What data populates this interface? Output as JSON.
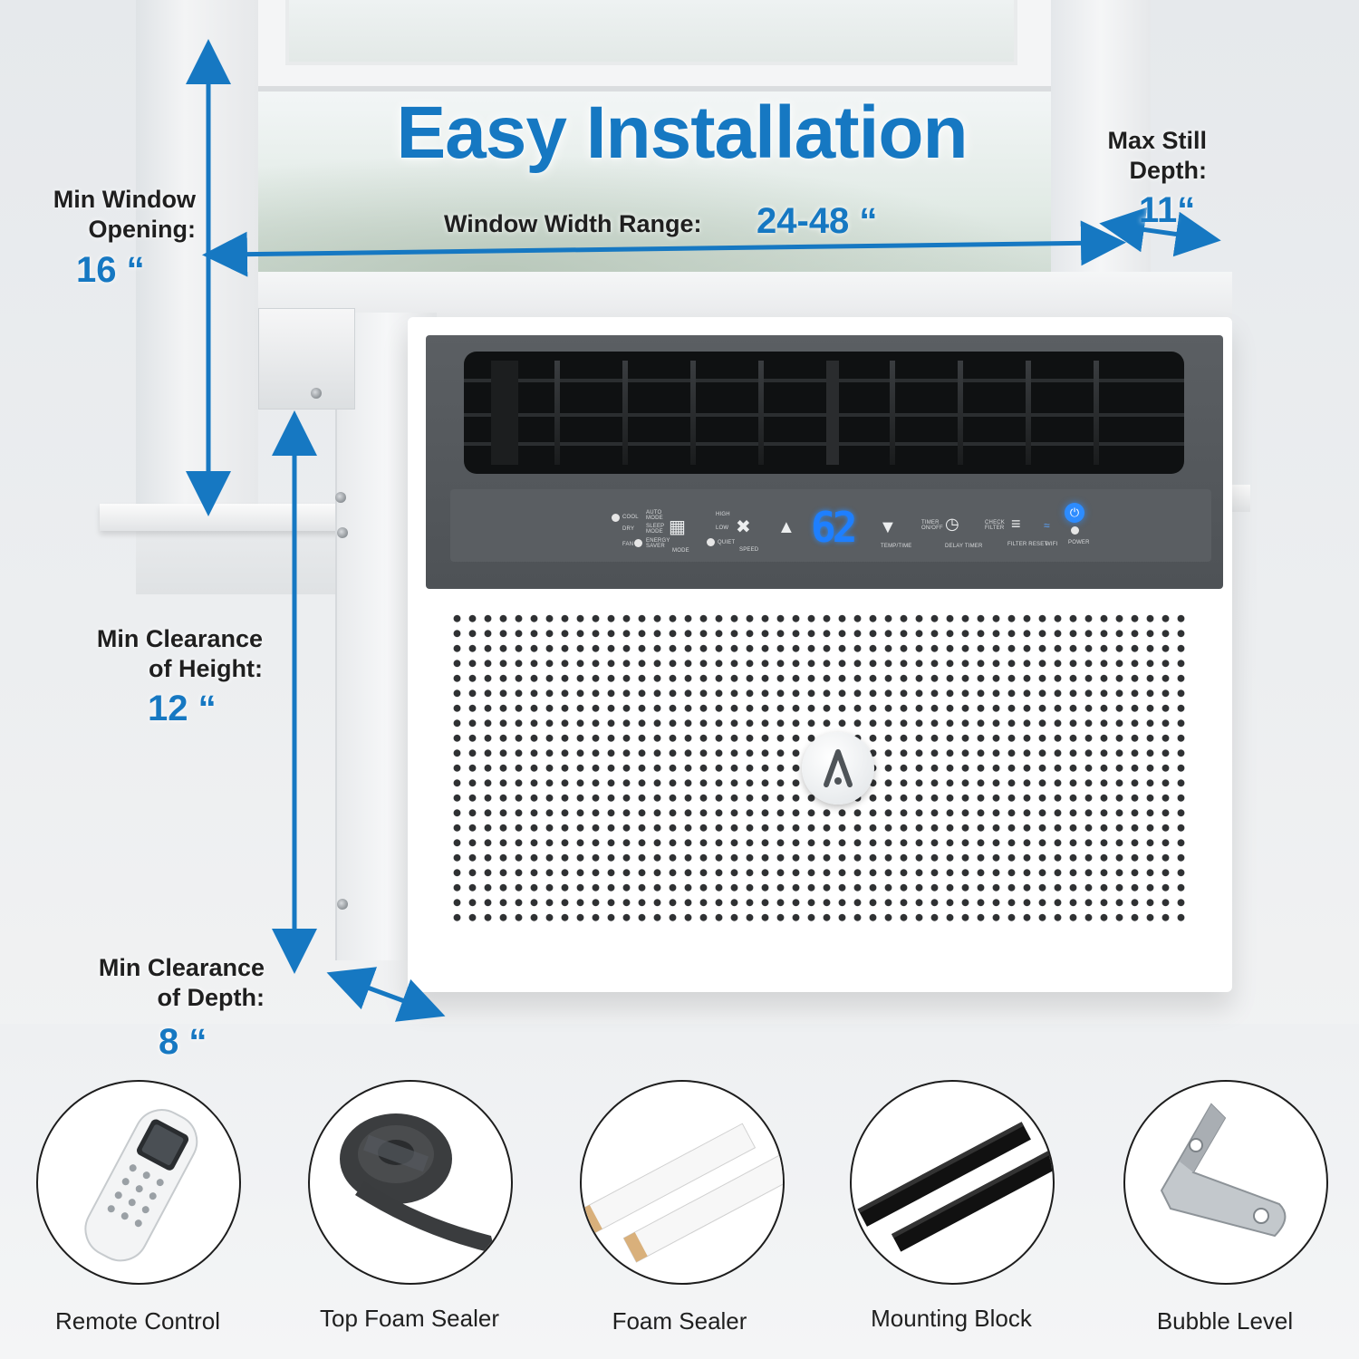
{
  "title": "Easy Installation",
  "window_width": {
    "label": "Window Width Range:",
    "value": "24-48 “"
  },
  "max_sill_depth": {
    "label_line1": "Max Still",
    "label_line2": "Depth:",
    "value": "11“"
  },
  "min_window_opening": {
    "label_line1": "Min Window",
    "label_line2": "Opening:",
    "value": "16 “"
  },
  "min_clearance_height": {
    "label_line1": "Min Clearance",
    "label_line2": "of Height:",
    "value": "12 “"
  },
  "min_clearance_depth": {
    "label_line1": "Min Clearance",
    "label_line2": "of Depth:",
    "value": "8 “"
  },
  "panel": {
    "temperature": "62",
    "mode_labels": [
      "COOL",
      "DRY",
      "FAN",
      "AUTO MODE",
      "SLEEP MODE",
      "ENERGY SAVER"
    ],
    "mode": "MODE",
    "speed_labels": [
      "HIGH",
      "LOW",
      "QUIET"
    ],
    "speed": "SPEED",
    "temp_time": "TEMP/TIME",
    "timer": "TIMER ON/OFF",
    "delay_timer": "DELAY TIMER",
    "check_filter": "CHECK FILTER",
    "filter_reset": "FILTER RESET",
    "wifi": "WIFI",
    "power": "POWER",
    "power_icon": "power-icon"
  },
  "accessories": [
    {
      "label": "Remote Control",
      "icon": "remote-control"
    },
    {
      "label": "Top Foam Sealer",
      "icon": "foam-roll"
    },
    {
      "label": "Foam Sealer",
      "icon": "foam-strips"
    },
    {
      "label": "Mounting Block",
      "icon": "black-blocks"
    },
    {
      "label": "Bubble Level",
      "icon": "metal-bracket"
    }
  ],
  "colors": {
    "accent": "#1678c2",
    "display": "#1e7fff",
    "panel": "#54585c"
  }
}
